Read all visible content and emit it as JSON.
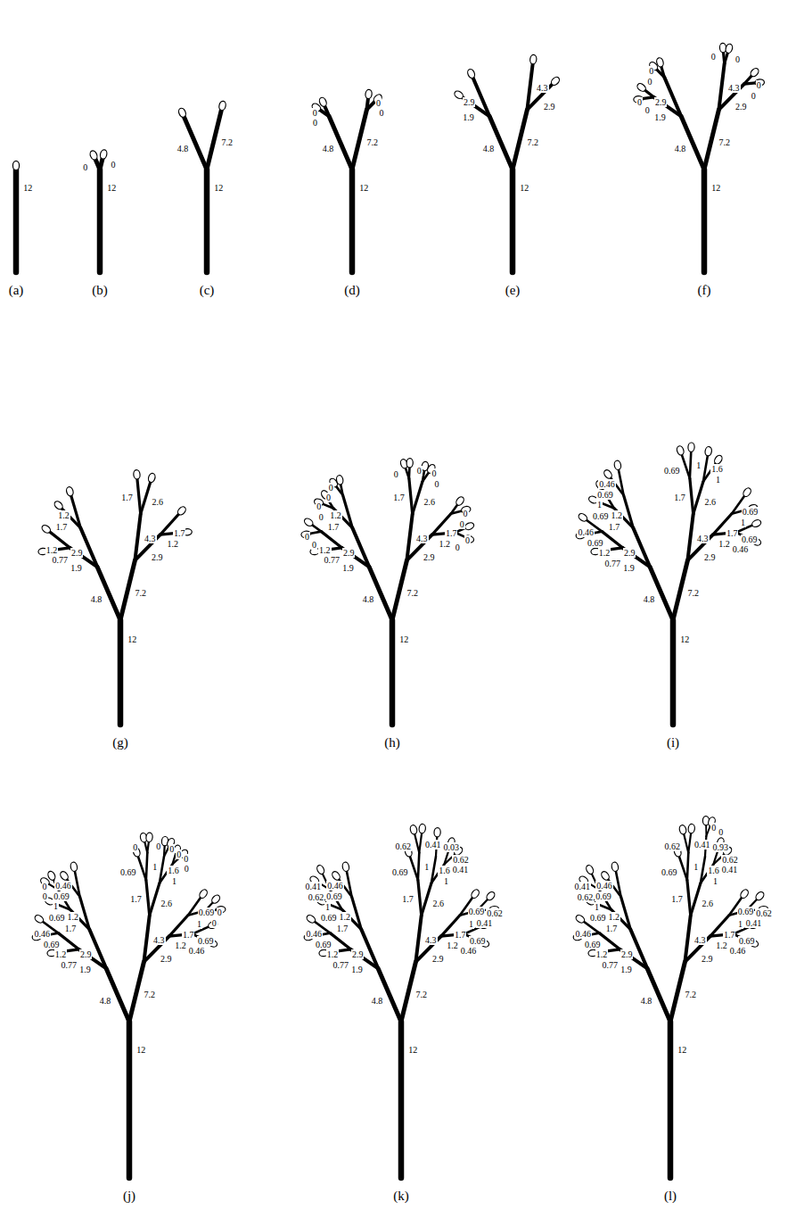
{
  "diagram": {
    "labels": [
      "12",
      "(a)",
      "12",
      "0",
      "0",
      "(b)",
      "12",
      "4.8",
      "7.2",
      "(c)",
      "12",
      "4.8",
      "7.2",
      "0",
      "0",
      "0",
      "0",
      "(d)",
      "12",
      "4.8",
      "7.2",
      "1.9",
      "2.9",
      "4.3",
      "2.9",
      "(e)",
      "12",
      "4.8",
      "7.2",
      "1.9",
      "2.9",
      "4.3",
      "2.9",
      "0",
      "0",
      "0",
      "0",
      "0",
      "0",
      "0",
      "0",
      "(f)",
      "12",
      "4.8",
      "7.2",
      "1.9",
      "2.9",
      "4.3",
      "2.9",
      "0.77",
      "1.2",
      "1.7",
      "1.2",
      "1.7",
      "2.6",
      "1.7",
      "1.2",
      "(g)",
      "12",
      "4.8",
      "7.2",
      "1.9",
      "2.9",
      "4.3",
      "2.9",
      "0.77",
      "1.2",
      "1.7",
      "1.2",
      "1.7",
      "2.6",
      "1.7",
      "1.2",
      "0",
      "0",
      "0",
      "0",
      "0",
      "0",
      "0",
      "0",
      "0",
      "0",
      "0",
      "0",
      "0",
      "0",
      "(h)",
      "12",
      "4.8",
      "7.2",
      "1.9",
      "2.9",
      "4.3",
      "2.9",
      "0.77",
      "1.2",
      "1.7",
      "1.2",
      "1.7",
      "2.6",
      "1.7",
      "1.2",
      "0.69",
      "0.46",
      "0.69",
      "1",
      "0.69",
      "0.46",
      "0.69",
      "1",
      "1.6",
      "1",
      "0.69",
      "1",
      "0.69",
      "0.46",
      "(i)",
      "12",
      "4.8",
      "7.2",
      "1.9",
      "2.9",
      "4.3",
      "2.9",
      "0.77",
      "1.2",
      "1.7",
      "1.2",
      "1.7",
      "2.6",
      "1.7",
      "1.2",
      "0.69",
      "0.46",
      "0.69",
      "1",
      "0.69",
      "0.46",
      "0.69",
      "1",
      "1.6",
      "1",
      "0.69",
      "1",
      "0.69",
      "0.46",
      "0",
      "0",
      "0",
      "0",
      "0",
      "0",
      "0",
      "0",
      "0",
      "0",
      "(j)",
      "12",
      "4.8",
      "7.2",
      "1.9",
      "2.9",
      "4.3",
      "2.9",
      "0.77",
      "1.2",
      "1.7",
      "1.2",
      "1.7",
      "2.6",
      "1.7",
      "1.2",
      "0.69",
      "0.46",
      "0.69",
      "1",
      "0.69",
      "0.46",
      "0.69",
      "1",
      "1.6",
      "1",
      "0.69",
      "1",
      "0.69",
      "0.46",
      "0.62",
      "0.41",
      "0.62",
      "0.41",
      "0.03",
      "0.62",
      "0.41",
      "0.62",
      "0.41",
      "(k)",
      "12",
      "4.8",
      "7.2",
      "1.9",
      "2.9",
      "4.3",
      "2.9",
      "0.77",
      "1.2",
      "1.7",
      "1.2",
      "1.7",
      "2.6",
      "1.7",
      "1.2",
      "0.69",
      "0.46",
      "0.69",
      "1",
      "0.69",
      "0.46",
      "0.69",
      "1",
      "1.6",
      "1",
      "0.69",
      "1",
      "0.69",
      "0.46",
      "0.62",
      "0.41",
      "0.62",
      "0.41",
      "0.93",
      "0.62",
      "0.41",
      "0.62",
      "0.41",
      "0",
      "0",
      "(l)"
    ]
  }
}
